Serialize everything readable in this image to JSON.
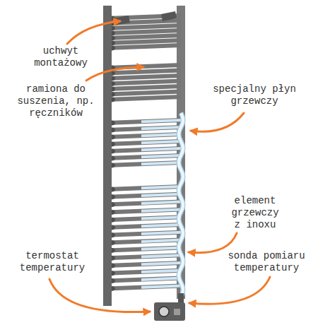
{
  "diagram": {
    "labels": [
      "uchwyt montażowy",
      "ramiona do suszenia, np. ręczników",
      "specjalny płyn grzewczy",
      "element grzewczy z inoxu",
      "termostat temperatury",
      "sonda pomiaru temperatury"
    ]
  }
}
